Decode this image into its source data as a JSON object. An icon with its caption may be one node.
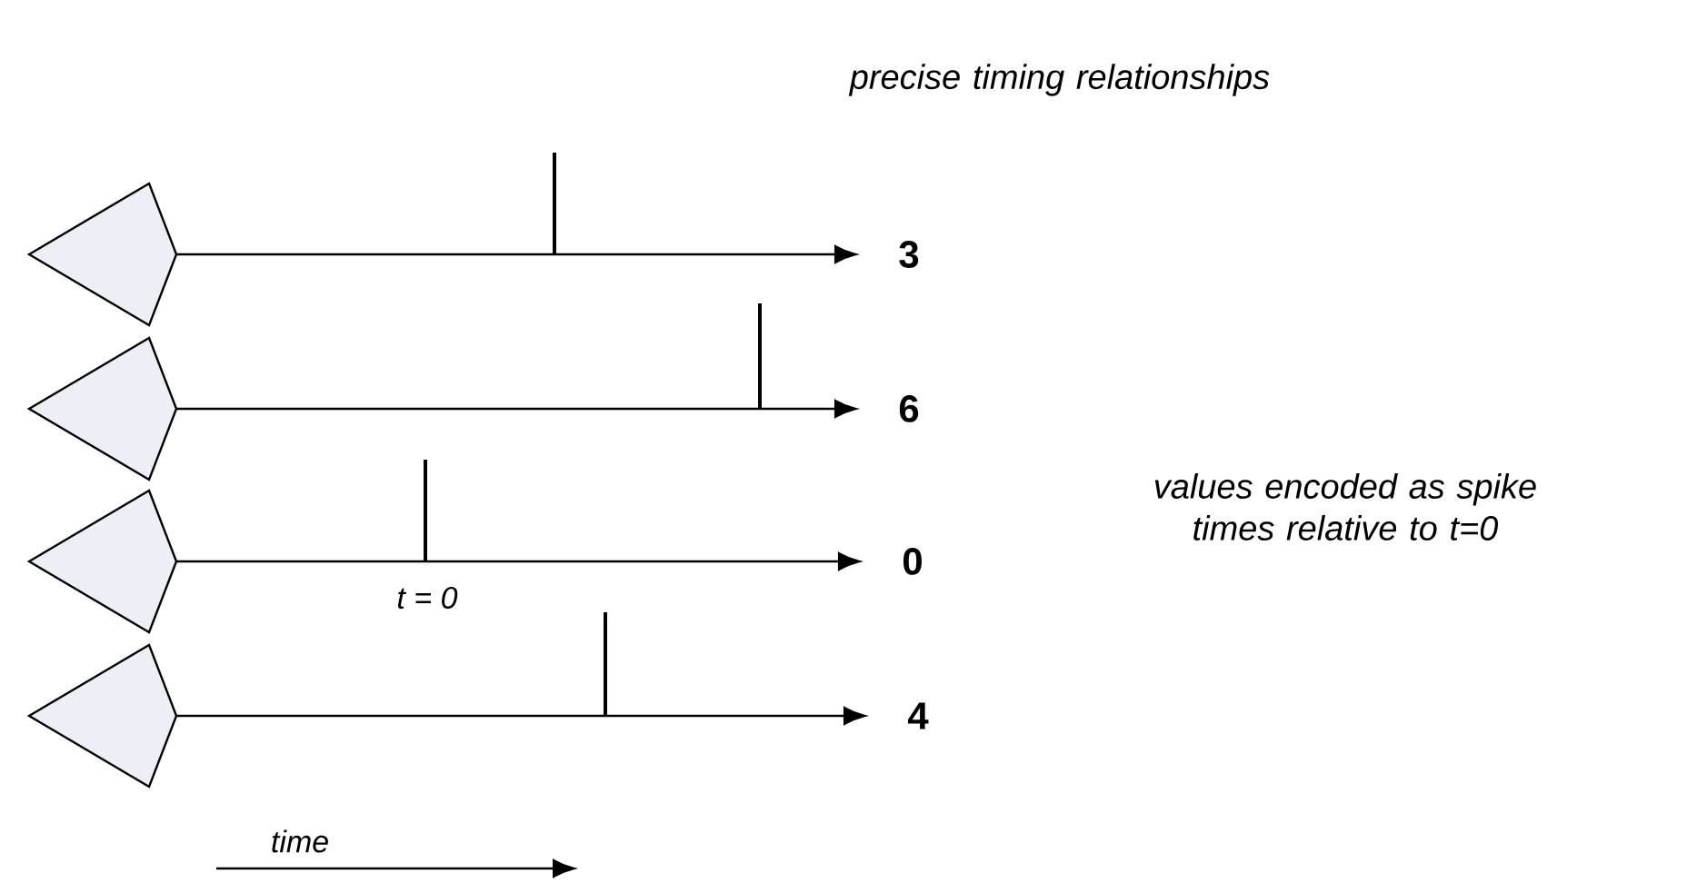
{
  "diagram": {
    "nodes": [
      {
        "text": [],
        "shape": "triangle"
      },
      {
        "text": [],
        "shape": "triangle"
      },
      {
        "text": [],
        "shape": "triangle"
      },
      {
        "text": [],
        "shape": "triangle"
      },
      {
        "text": [
          "3"
        ]
      },
      {
        "text": [
          "6"
        ]
      },
      {
        "text": [
          "0"
        ]
      },
      {
        "text": [
          "4"
        ]
      }
    ],
    "edges": [
      {
        "from": 0,
        "to": 4,
        "arrow": "to"
      },
      {
        "from": 1,
        "to": 5,
        "arrow": "to"
      },
      {
        "from": 2,
        "to": 6,
        "arrow": "to"
      },
      {
        "from": 3,
        "to": 7,
        "arrow": "to"
      }
    ],
    "labels": [
      "precise timing relationships",
      "values encoded as spike times relative to t=0",
      "t = 0",
      "time"
    ]
  }
}
